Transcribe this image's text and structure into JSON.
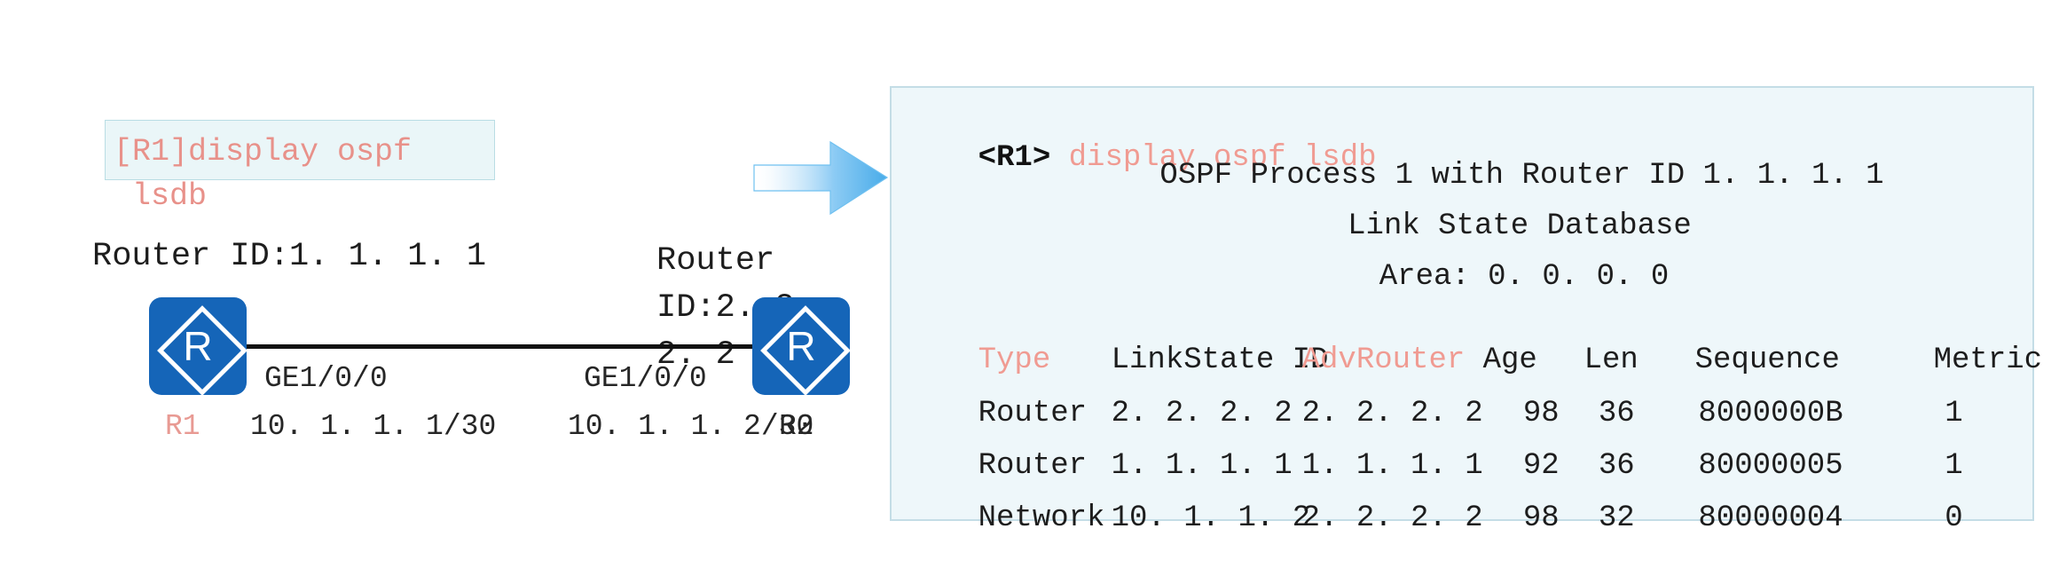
{
  "diagram": {
    "command_box": {
      "text": "[R1]display ospf\n lsdb",
      "bg_color": "#eaf6f8",
      "border_color": "#b9dde4",
      "text_color": "#e8918a"
    },
    "router_id_left": "Router ID:1. 1. 1. 1",
    "router_id_right": "Router\nID:2. 2. 2. 2",
    "nodes": [
      {
        "name": "R1",
        "icon": "router-icon",
        "glyph": "R",
        "name_color": "#e89a93",
        "interface": "GE1/0/0",
        "ip": "10. 1. 1. 1/30"
      },
      {
        "name": "R2",
        "icon": "router-icon",
        "glyph": "R",
        "name_color": "#262626",
        "interface": "GE1/0/0",
        "ip": "10. 1. 1. 2/30"
      }
    ],
    "arrow_icon": "right-arrow-icon",
    "arrow_color": "#57b6ee"
  },
  "terminal": {
    "bg_color": "#eef7fa",
    "border_color": "#c4dde6",
    "prompt": "<R1>",
    "command": "display ospf lsdb",
    "command_color": "#f09b92",
    "header_lines": [
      "OSPF Process 1 with Router ID 1. 1. 1. 1",
      "Link State Database",
      "Area: 0. 0. 0. 0"
    ],
    "table": {
      "columns": [
        "Type",
        "LinkState ID",
        "AdvRouter",
        "Age",
        "Len",
        "Sequence",
        "Metric"
      ],
      "highlighted_columns": [
        "Type",
        "AdvRouter"
      ],
      "rows": [
        {
          "type": "Router",
          "linkstate_id": "2. 2. 2. 2",
          "adv_router": "2. 2. 2. 2",
          "age": "98",
          "len": "36",
          "sequence": "8000000B",
          "metric": "1"
        },
        {
          "type": "Router",
          "linkstate_id": "1. 1. 1. 1",
          "adv_router": "1. 1. 1. 1",
          "age": "92",
          "len": "36",
          "sequence": "80000005",
          "metric": "1"
        },
        {
          "type": "Network",
          "linkstate_id": "10. 1. 1. 2",
          "adv_router": "2. 2. 2. 2",
          "age": "98",
          "len": "32",
          "sequence": "80000004",
          "metric": "0"
        }
      ]
    }
  }
}
